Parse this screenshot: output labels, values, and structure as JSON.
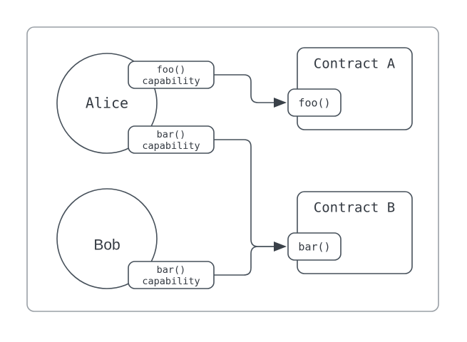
{
  "diagram": {
    "title": "capability-delegation-diagram",
    "type": "object-capability-flow",
    "colors": {
      "background": "#ffffff",
      "frame_stroke": "#9AA0A6",
      "node_stroke": "#46505A",
      "text": "#343A42",
      "arrow_fill": "#3A4149"
    },
    "frame": {
      "name": "outer-frame"
    },
    "actors": [
      {
        "id": "alice",
        "label": "Alice",
        "font": "mono"
      },
      {
        "id": "bob",
        "label": "Bob",
        "font": "sans"
      }
    ],
    "capabilities": [
      {
        "id": "alice-foo-cap",
        "line1": "foo()",
        "line2": "capability",
        "owner": "Alice",
        "target": "Contract A foo()"
      },
      {
        "id": "alice-bar-cap",
        "line1": "bar()",
        "line2": "capability",
        "owner": "Alice",
        "target": "Contract B bar()"
      },
      {
        "id": "bob-bar-cap",
        "line1": "bar()",
        "line2": "capability",
        "owner": "Bob",
        "target": "Contract B bar()"
      }
    ],
    "contracts": [
      {
        "id": "contract-a",
        "label": "Contract A",
        "method": "foo()"
      },
      {
        "id": "contract-b",
        "label": "Contract B",
        "method": "bar()"
      }
    ],
    "connectors": [
      {
        "id": "foo-cap-to-contract-a-foo",
        "from": "alice-foo-cap",
        "to": "contract-a-foo",
        "arrow": true
      },
      {
        "id": "alice-bar-cap-to-contract-b-bar",
        "from": "alice-bar-cap",
        "to": "contract-b-bar",
        "arrow": true
      },
      {
        "id": "bob-bar-cap-to-contract-b-bar",
        "from": "bob-bar-cap",
        "to": "contract-b-bar",
        "arrow": true
      }
    ]
  }
}
